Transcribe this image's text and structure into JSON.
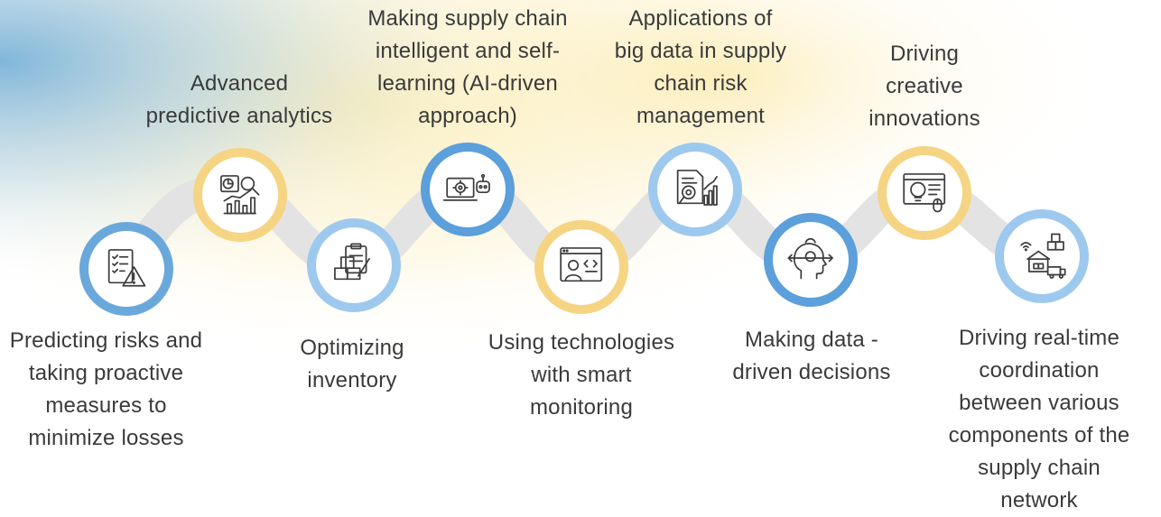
{
  "steps": [
    {
      "label": "Predicting risks and\ntaking proactive\nmeasures to\nminimize losses",
      "icon": "risk-checklist-icon",
      "ring": "#6aa8dc"
    },
    {
      "label": "Advanced\npredictive analytics",
      "icon": "predictive-analytics-icon",
      "ring": "#f5d483"
    },
    {
      "label": "Optimizing\ninventory",
      "icon": "inventory-clipboard-icon",
      "ring": "#9ec9ee"
    },
    {
      "label": "Making supply chain\nintelligent and self-\nlearning  (AI-driven\napproach)",
      "icon": "ai-laptop-robot-icon",
      "ring": "#5b9fdb"
    },
    {
      "label": "Using technologies\nwith smart\nmonitoring",
      "icon": "smart-monitoring-screen-icon",
      "ring": "#f5d483"
    },
    {
      "label": "Applications of\nbig data in supply\nchain risk\nmanagement",
      "icon": "big-data-report-icon",
      "ring": "#9ec9ee"
    },
    {
      "label": "Making data -\ndriven decisions",
      "icon": "data-decision-head-icon",
      "ring": "#5b9fdb"
    },
    {
      "label": "Driving\ncreative\ninnovations",
      "icon": "innovation-bulb-icon",
      "ring": "#f5d483"
    },
    {
      "label": "Driving real-time\ncoordination\nbetween  various\ncomponents of  the\nsupply chain\nnetwork",
      "icon": "supply-network-truck-icon",
      "ring": "#9ec9ee"
    }
  ],
  "colors": {
    "connector": "#e3e3e3",
    "text": "#3a3a3a"
  }
}
